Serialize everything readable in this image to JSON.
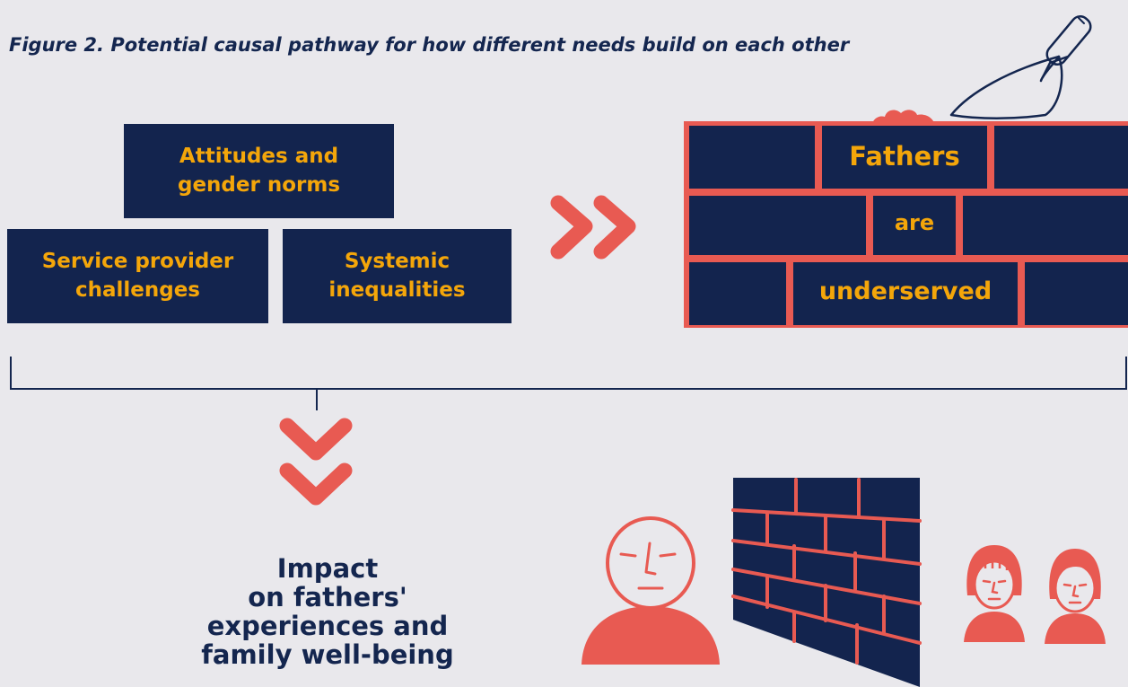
{
  "figure": {
    "caption": "Figure 2. Potential causal pathway for how different needs build on each other"
  },
  "blocks": {
    "top": {
      "line1": "Attitudes and",
      "line2": "gender norms"
    },
    "left": {
      "line1": "Service provider",
      "line2": "challenges"
    },
    "right": {
      "line1": "Systemic",
      "line2": "inequalities"
    }
  },
  "wall": {
    "word1": "Fathers",
    "word2": "are",
    "word3": "underserved"
  },
  "outcome": {
    "line1": "Impact",
    "line2": "on fathers'",
    "line3": "experiences and",
    "line4": "family well-being"
  },
  "colors": {
    "navy": "#13244e",
    "orange": "#f4a60a",
    "coral": "#e85a52",
    "background": "#e9e8ec"
  },
  "icons": [
    "trowel-icon",
    "double-chevron-right-icon",
    "double-chevron-down-icon",
    "sad-man-icon",
    "brick-wall-icon",
    "sad-woman-icon"
  ]
}
